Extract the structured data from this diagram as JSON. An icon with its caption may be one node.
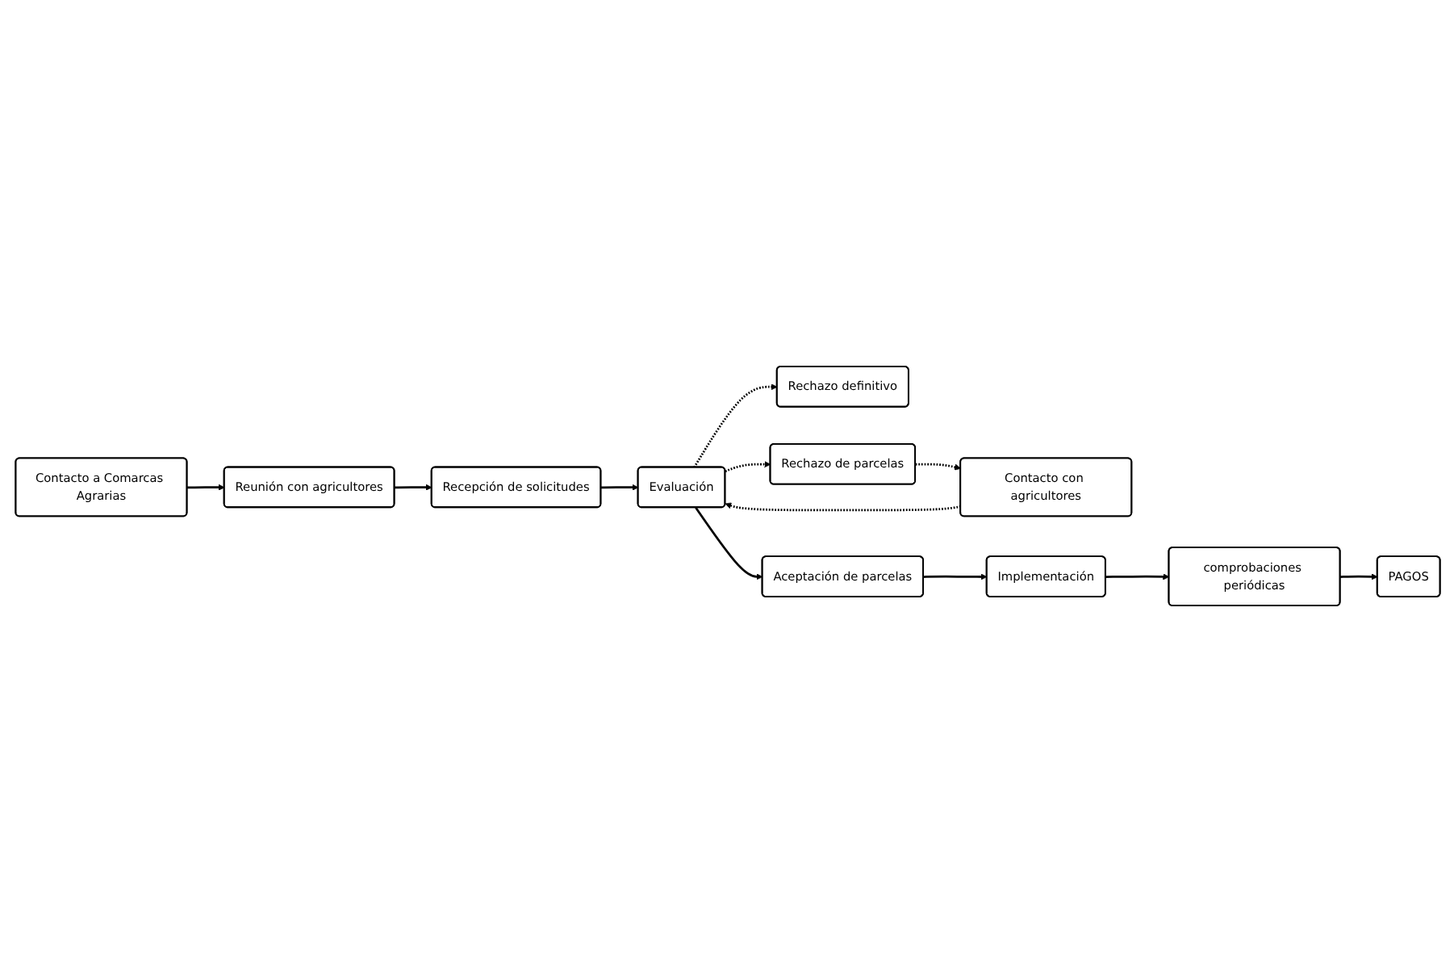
{
  "diagram": {
    "nodes": [
      {
        "text": [
          "Contacto a Comarcas Agrarias"
        ]
      },
      {
        "text": [
          "Reunión con agricultores"
        ]
      },
      {
        "text": [
          "Recepción de solicitudes"
        ]
      },
      {
        "text": [
          "Contacto con agricultores"
        ]
      },
      {
        "text": [
          "Evaluación"
        ]
      },
      {
        "text": [
          "Rechazo definitivo"
        ]
      },
      {
        "text": [
          "Rechazo de parcelas"
        ]
      },
      {
        "text": [
          "Aceptación de parcelas"
        ]
      },
      {
        "text": [
          "PAGOS"
        ]
      },
      {
        "text": [
          "comprobaciones periódicas"
        ]
      },
      {
        "text": [
          "Implementación"
        ]
      }
    ],
    "edges": [
      {
        "from": 0,
        "to": 1,
        "arrow": "to"
      },
      {
        "from": 1,
        "to": 2,
        "arrow": "to"
      },
      {
        "from": 2,
        "to": 4,
        "arrow": "to"
      },
      {
        "from": 3,
        "to": 4,
        "arrow": "to",
        "style": "dashed"
      },
      {
        "from": 4,
        "to": 5,
        "arrow": "to",
        "style": "dashed"
      },
      {
        "from": 4,
        "to": 6,
        "arrow": "to",
        "style": "dashed"
      },
      {
        "from": 6,
        "to": 3,
        "arrow": "to",
        "style": "dashed"
      },
      {
        "from": 4,
        "to": 7,
        "arrow": "to"
      },
      {
        "from": 7,
        "to": 10,
        "arrow": "to"
      },
      {
        "from": 10,
        "to": 9,
        "arrow": "to"
      },
      {
        "from": 9,
        "to": 8,
        "arrow": "to"
      }
    ]
  }
}
